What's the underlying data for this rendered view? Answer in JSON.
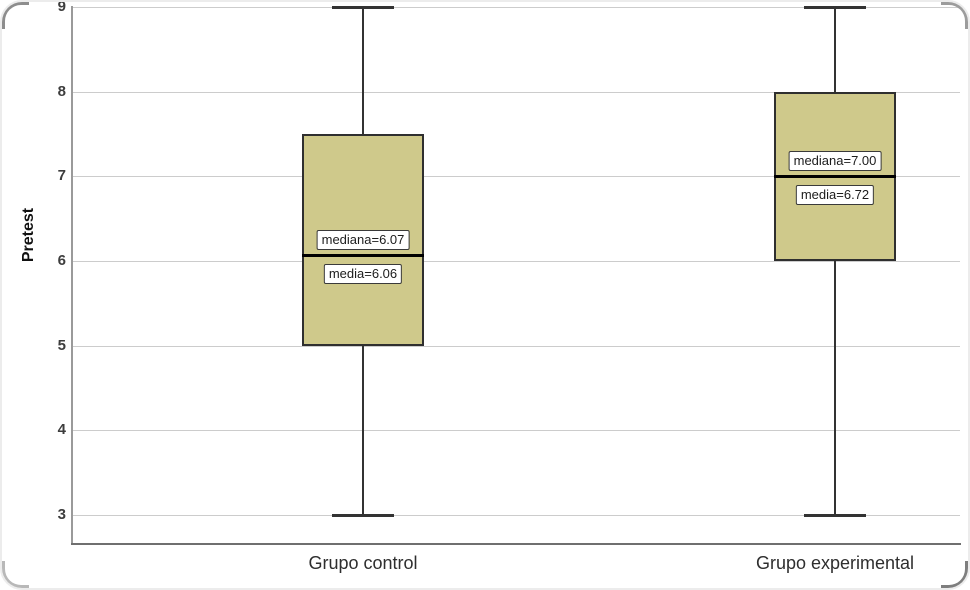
{
  "chart_data": {
    "type": "boxplot",
    "title": "",
    "xlabel": "",
    "ylabel": "Pretest",
    "ylim": [
      3,
      9
    ],
    "yticks": [
      9,
      8,
      7,
      6,
      5,
      4,
      3
    ],
    "grid": true,
    "legend": "none",
    "colors": {
      "box_fill": "#cfc98b",
      "box_border": "#2f2f2f",
      "median_line": "#000000",
      "whisker": "#333333",
      "gridline": "#cccccc",
      "axis": "#9a9a9a",
      "annotation_bg": "#ffffff",
      "annotation_border": "#3a3a3a"
    },
    "groups": [
      {
        "category": "Grupo control",
        "q1": 5.0,
        "median": 6.07,
        "q3": 7.5,
        "mean": 6.06,
        "whisker_low": 3.0,
        "whisker_high": 9.0,
        "median_label": "mediana=6.07",
        "mean_label": "media=6.06"
      },
      {
        "category": "Grupo experimental",
        "q1": 6.0,
        "median": 7.0,
        "q3": 8.0,
        "mean": 6.72,
        "whisker_low": 3.0,
        "whisker_high": 9.0,
        "median_label": "mediana=7.00",
        "mean_label": "media=6.72"
      }
    ]
  }
}
